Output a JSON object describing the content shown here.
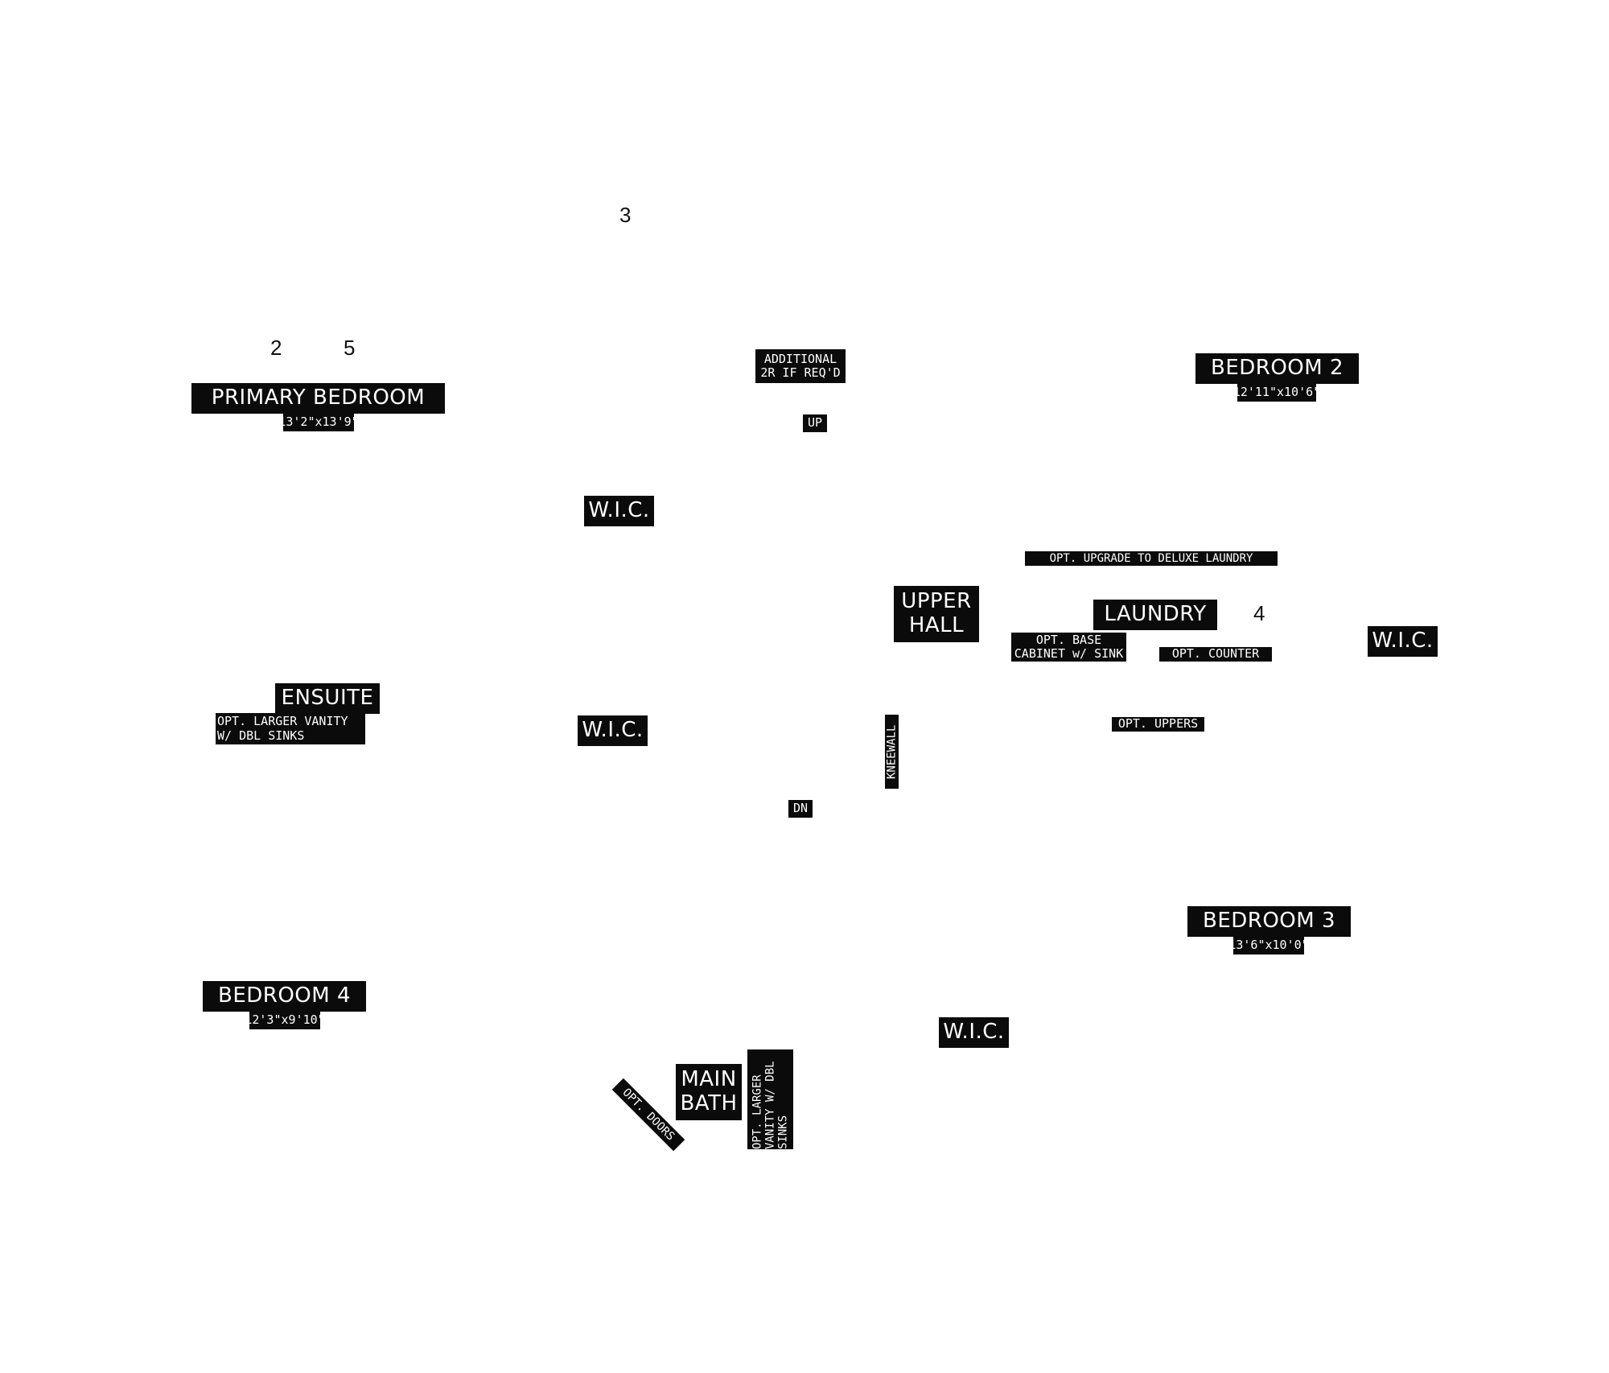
{
  "markers": {
    "m1": "3",
    "m2": "2",
    "m3": "5",
    "m4": "4"
  },
  "rooms": {
    "primary_bedroom": {
      "name": "PRIMARY BEDROOM",
      "size": "13'2\"x13'9\""
    },
    "bedroom2": {
      "name": "BEDROOM 2",
      "size": "12'11\"x10'6\""
    },
    "bedroom3": {
      "name": "BEDROOM 3",
      "size": "13'6\"x10'0\""
    },
    "bedroom4": {
      "name": "BEDROOM 4",
      "size": "12'3\"x9'10\""
    },
    "ensuite": "ENSUITE",
    "wic": "W.I.C.",
    "upper_hall": [
      "UPPER",
      "HALL"
    ],
    "laundry": "LAUNDRY",
    "main_bath": [
      "MAIN",
      "BATH"
    ]
  },
  "notes": {
    "additional_riser": [
      "ADDITIONAL",
      "2R IF REQ'D"
    ],
    "stair_up": "UP",
    "stair_down": "DN",
    "deluxe_laundry": "OPT. UPGRADE TO DELUXE LAUNDRY",
    "base_cabinet": [
      "OPT. BASE",
      "CABINET w/ SINK"
    ],
    "counter": "OPT. COUNTER",
    "uppers": "OPT. UPPERS",
    "ensuite_vanity": [
      "OPT.  LARGER VANITY",
      "W/ DBL SINKS"
    ],
    "kneewall": "KNEEWALL",
    "doors": "OPT. DOORS",
    "bath_vanity": [
      "OPT. LARGER",
      "VANITY W/ DBL",
      "SINKS"
    ]
  }
}
